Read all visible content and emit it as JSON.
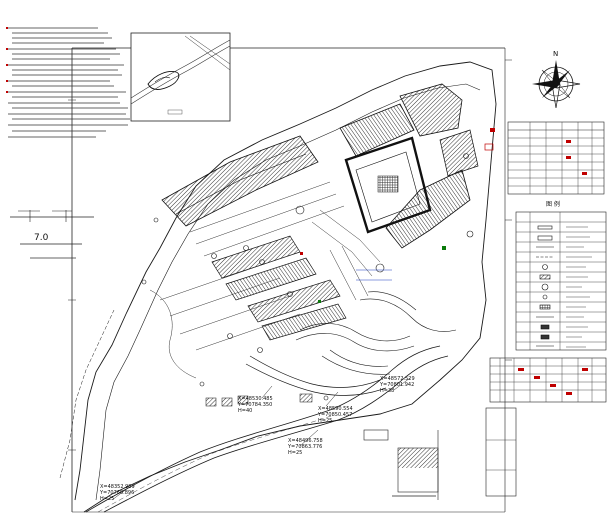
{
  "plan": {
    "compass_letter": "N",
    "section_number": "7.0",
    "legend_heading": "图 例",
    "coords": [
      {
        "x": "X=48530.485",
        "y": "Y=70784.350",
        "h": "H=40"
      },
      {
        "x": "X=48572.529",
        "y": "Y=70801.942",
        "h": "H=38"
      },
      {
        "x": "X=48590.554",
        "y": "Y=70850.457",
        "h": "H=25"
      },
      {
        "x": "X=48496.758",
        "y": "Y=70863.776",
        "h": "H=25"
      },
      {
        "x": "X=48352.989",
        "y": "Y=70760.896",
        "h": "H=25"
      }
    ]
  },
  "colors": {
    "line": "#1a1a1a",
    "thin": "#444444",
    "accent_red": "#c00000",
    "accent_green": "#0a7a0a",
    "accent_blue": "#1f3fbf"
  }
}
